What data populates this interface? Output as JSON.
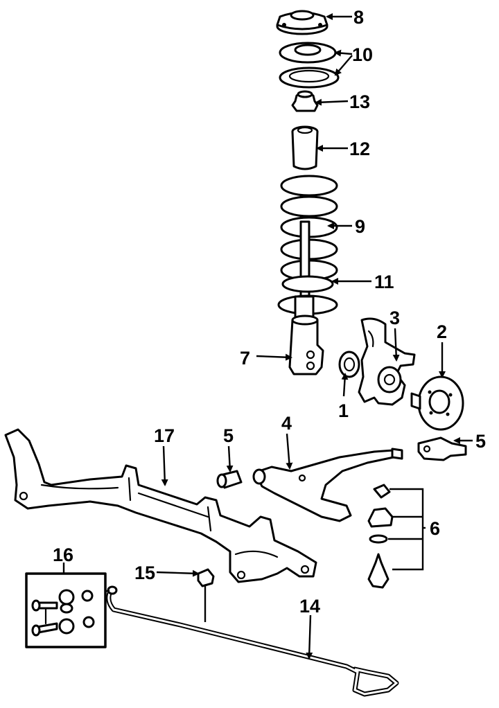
{
  "diagram": {
    "callouts": {
      "p1": "1",
      "p2": "2",
      "p3": "3",
      "p4": "4",
      "p5a": "5",
      "p5b": "5",
      "p6": "6",
      "p7": "7",
      "p8": "8",
      "p9": "9",
      "p10": "10",
      "p11": "11",
      "p12": "12",
      "p13": "13",
      "p14": "14",
      "p15": "15",
      "p16": "16",
      "p17": "17"
    }
  }
}
